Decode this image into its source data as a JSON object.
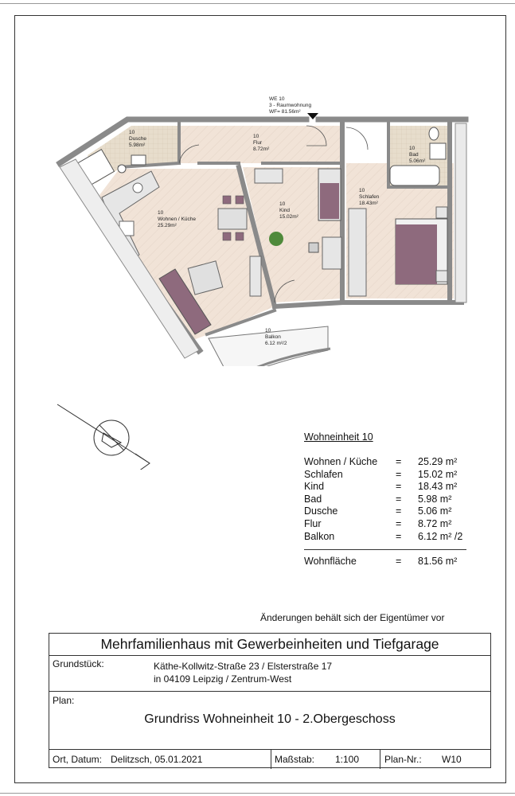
{
  "plan": {
    "unit_label": {
      "line1": "WE 10",
      "line2": "3 - Raumwohnung",
      "line3": "WF= 81.56m²"
    },
    "rooms": [
      {
        "id": "dusche",
        "num": "10",
        "name": "Dusche",
        "area": "5.98m²"
      },
      {
        "id": "flur",
        "num": "10",
        "name": "Flur",
        "area": "8.72m²"
      },
      {
        "id": "bad",
        "num": "10",
        "name": "Bad",
        "area": "5.06m²"
      },
      {
        "id": "schlafen",
        "num": "10",
        "name": "Schlafen",
        "area": "18.43m²"
      },
      {
        "id": "kind",
        "num": "10",
        "name": "Kind",
        "area": "15.02m²"
      },
      {
        "id": "wohnen",
        "num": "10",
        "name": "Wohnen / Küche",
        "area": "25.29m²"
      },
      {
        "id": "balkon",
        "num": "10",
        "name": "Balkon",
        "area": "6.12 m²/2"
      }
    ]
  },
  "area_table": {
    "heading": "Wohneinheit 10",
    "rows": [
      {
        "name": "Wohnen / Küche",
        "eq": "=",
        "value": "25.29 m²"
      },
      {
        "name": "Schlafen",
        "eq": "=",
        "value": "15.02 m²"
      },
      {
        "name": "Kind",
        "eq": "=",
        "value": "18.43 m²"
      },
      {
        "name": "Bad",
        "eq": "=",
        "value": "5.98 m²"
      },
      {
        "name": "Dusche",
        "eq": "=",
        "value": "5.06 m²"
      },
      {
        "name": "Flur",
        "eq": "=",
        "value": "8.72 m²"
      },
      {
        "name": "Balkon",
        "eq": "=",
        "value": "6.12 m² /2"
      }
    ],
    "total": {
      "name": "Wohnfläche",
      "eq": "=",
      "value": "81.56 m²"
    }
  },
  "notice": "Änderungen behält sich der Eigentümer vor",
  "title_block": {
    "title": "Mehrfamilienhaus mit Gewerbeinheiten und Tiefgarage",
    "grundstueck_label": "Grundstück:",
    "address_line1": "Käthe-Kollwitz-Straße 23 / Elsterstraße 17",
    "address_line2": "in 04109 Leipzig / Zentrum-West",
    "plan_label": "Plan:",
    "plan_title": "Grundriss Wohneinheit 10 - 2.Obergeschoss",
    "ort_datum_label": "Ort, Datum:",
    "ort_datum_value": "Delitzsch, 05.01.2021",
    "massstab_label": "Maßstab:",
    "massstab_value": "1:100",
    "plan_nr_label": "Plan-Nr.:",
    "plan_nr_value": "W10"
  },
  "colors": {
    "wall": "#8a8a8a",
    "tile_floor": "#f0e2d6",
    "wood_floor": "#f4efe6",
    "wet_floor": "#e6dccb",
    "furniture_purple": "#8e6a7d",
    "furniture_grey": "#d9d9d9"
  }
}
